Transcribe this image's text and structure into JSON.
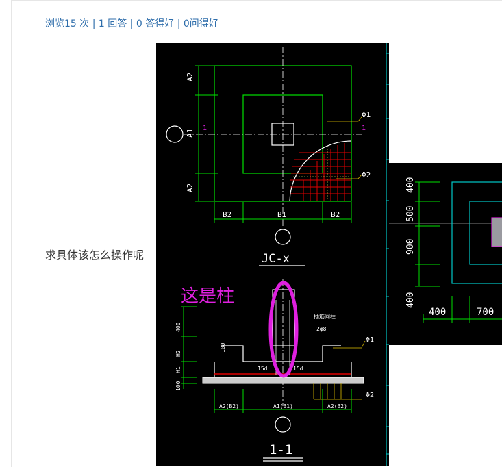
{
  "stats": {
    "views": "浏览15 次",
    "answers": "1 回答",
    "good_answers": "0 答得好",
    "good_questions": "0问得好",
    "separator": "|"
  },
  "question": {
    "text": "求具体该怎么操作呢"
  },
  "drawing1": {
    "labels": {
      "a2_top": "A2",
      "a1": "A1",
      "a2_bottom": "A2",
      "b2_left": "B2",
      "b1": "B1",
      "b2_right": "B2",
      "phi1": "Φ1",
      "phi2": "Φ2",
      "plan_title": "JC-x",
      "marker_1": "1",
      "annotation": "这是柱",
      "dim_400": "400",
      "dim_h2": "H2",
      "dim_h1": "H1",
      "dim_100_side": "100",
      "dim_100": "100",
      "dim_15d_left": "15d",
      "dim_15d_right": "15d",
      "note_top": "插筋同柱",
      "note_mid": "2φ8",
      "section_phi1": "Φ1",
      "section_phi2": "Φ2",
      "a2b2_left": "A2(B2)",
      "a1b1": "A1(B1)",
      "a2b2_right": "A2(B2)",
      "section_title": "1-1"
    }
  },
  "drawing2": {
    "labels": {
      "v400_top": "400",
      "v500": "500",
      "v900": "900",
      "v400_bottom": "400",
      "h400": "400",
      "h700": "700"
    }
  },
  "colors": {
    "cad_line": "#00e000",
    "cad_bg": "#000000",
    "annotation": "#e020e0",
    "rebar": "#e00000",
    "link": "#2f6eab"
  }
}
